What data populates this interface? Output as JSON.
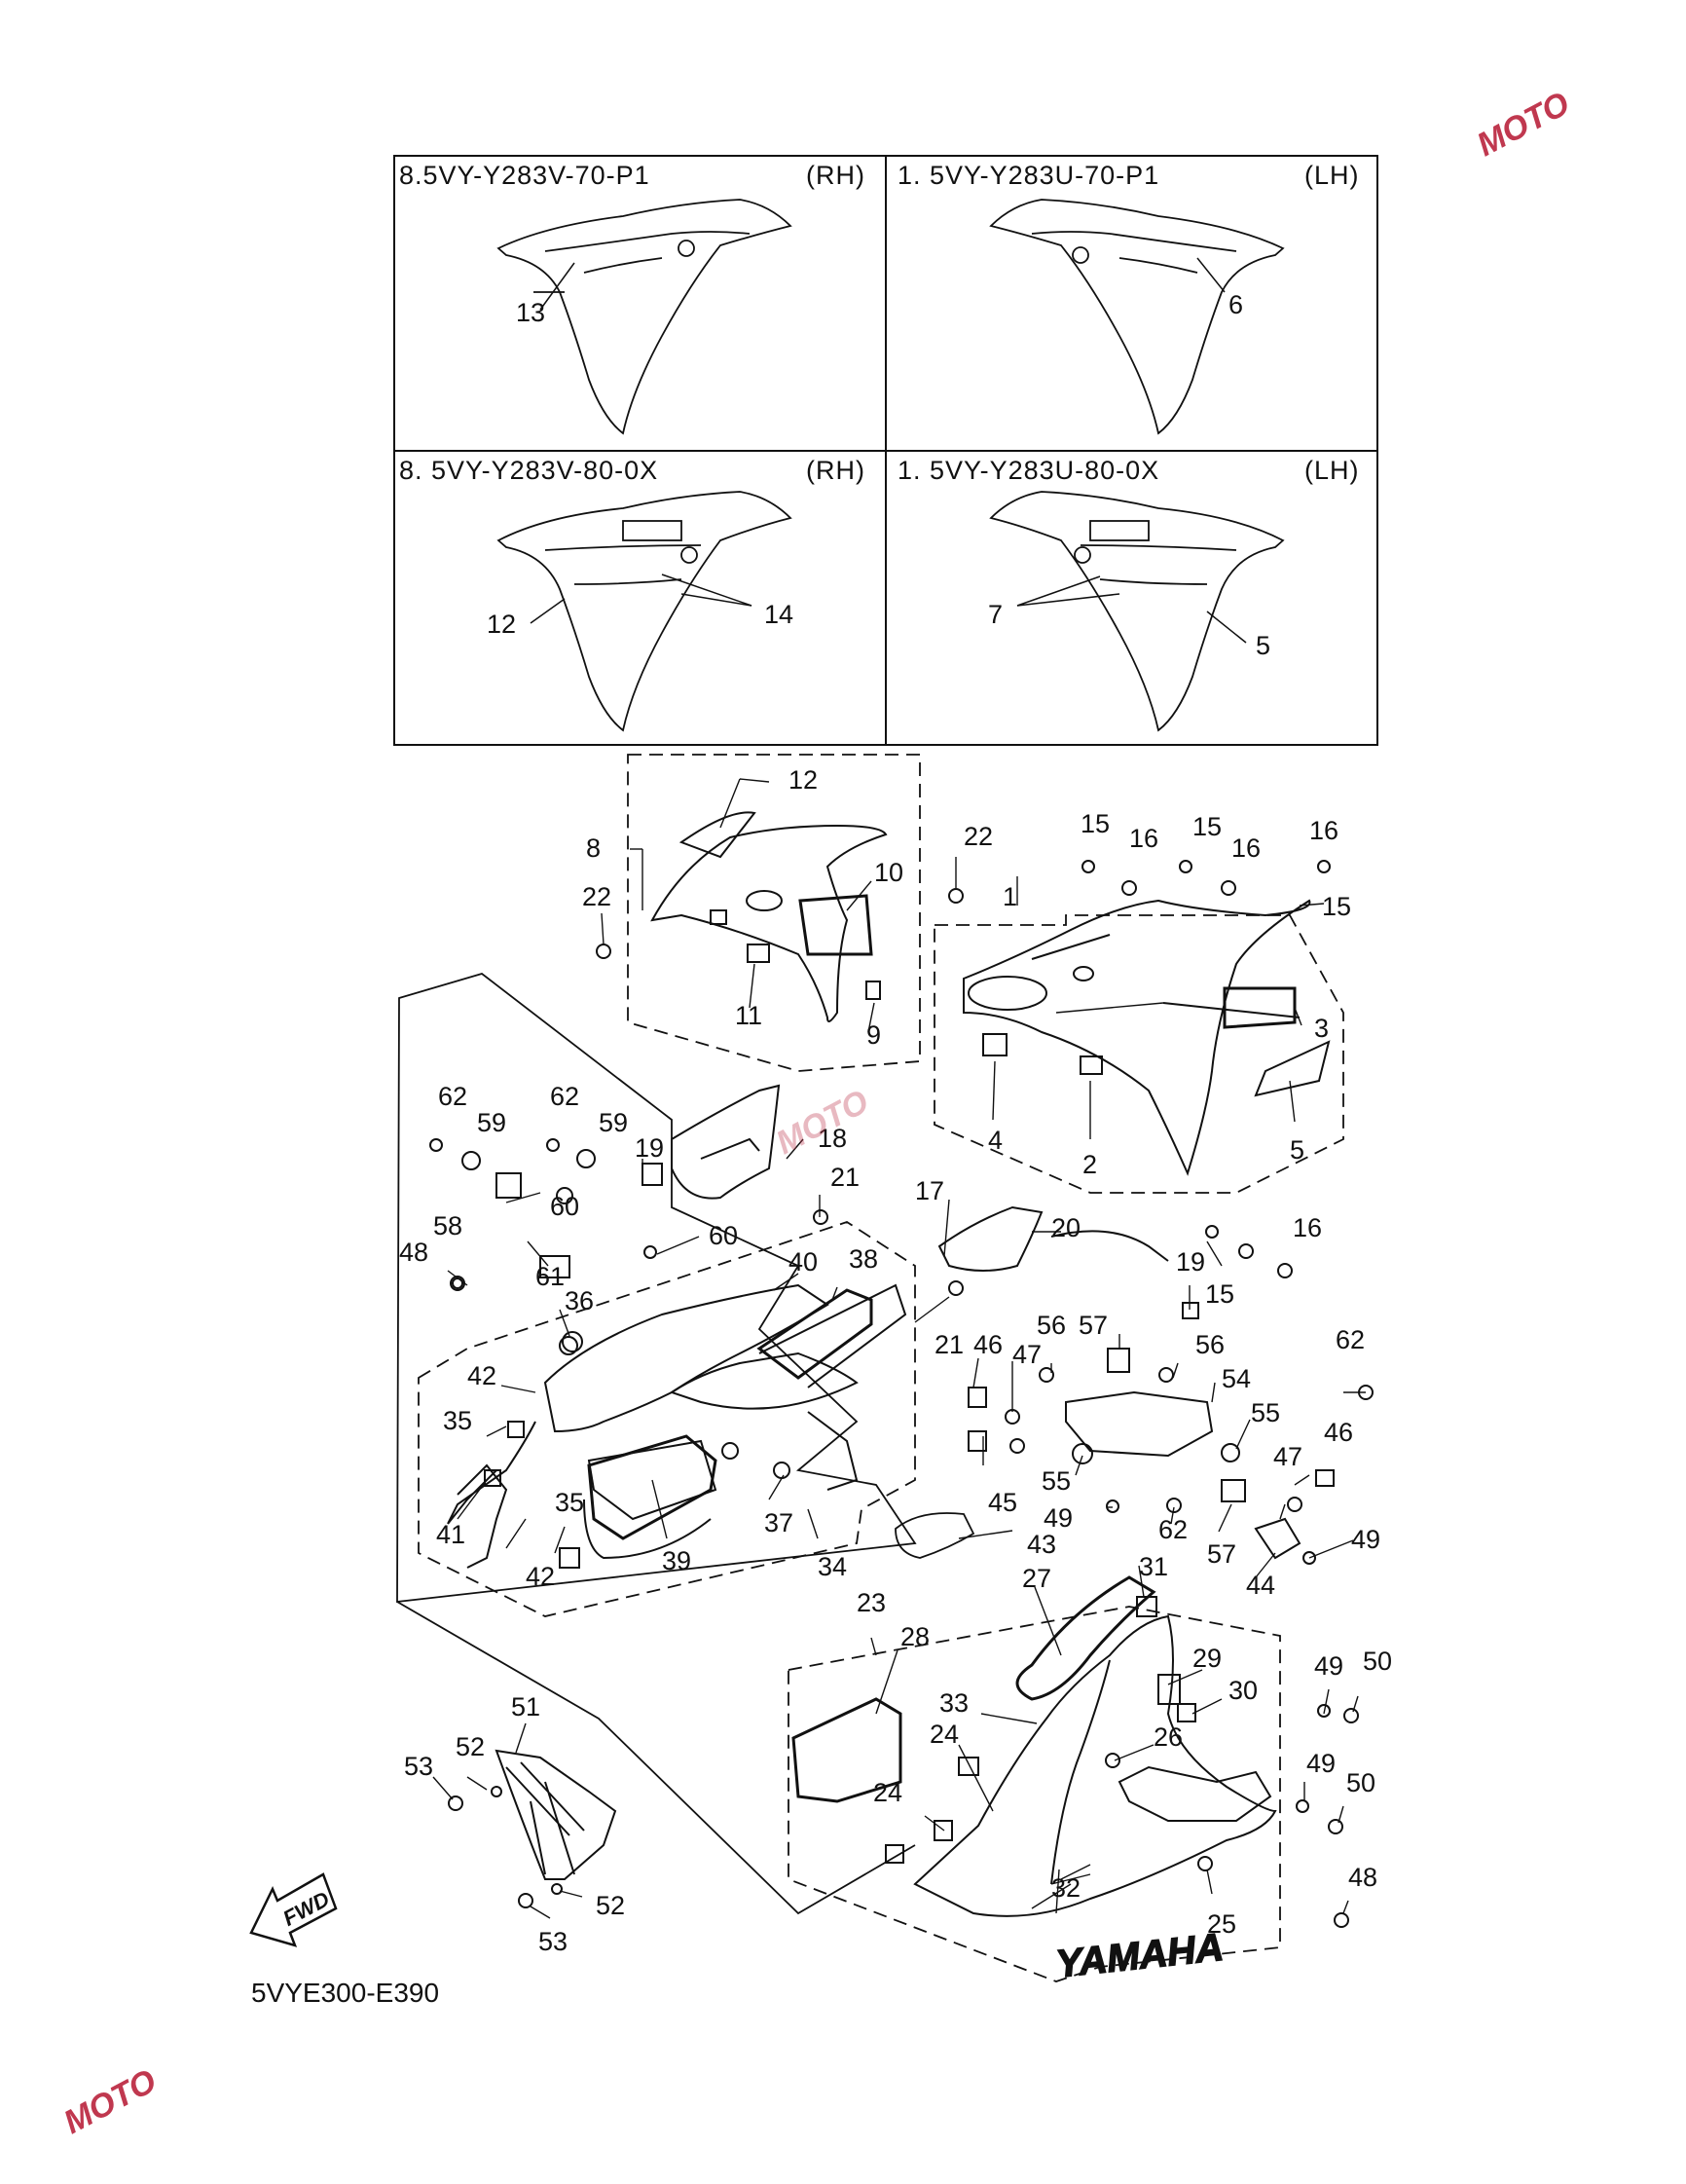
{
  "header_boxes": [
    {
      "code": "8.5VY-Y283V-70-P1",
      "side": "(RH)"
    },
    {
      "code": "1. 5VY-Y283U-70-P1",
      "side": "(LH)"
    },
    {
      "code": "8. 5VY-Y283V-80-0X",
      "side": "(RH)"
    },
    {
      "code": "1. 5VY-Y283U-80-0X",
      "side": "(LH)"
    }
  ],
  "callouts": [
    "1",
    "2",
    "3",
    "4",
    "5",
    "6",
    "7",
    "8",
    "9",
    "10",
    "11",
    "12",
    "13",
    "14",
    "15",
    "16",
    "17",
    "18",
    "19",
    "20",
    "21",
    "22",
    "23",
    "24",
    "25",
    "26",
    "27",
    "28",
    "29",
    "30",
    "31",
    "32",
    "33",
    "34",
    "35",
    "36",
    "37",
    "38",
    "39",
    "40",
    "41",
    "42",
    "43",
    "44",
    "45",
    "46",
    "47",
    "48",
    "49",
    "50",
    "51",
    "52",
    "53",
    "54",
    "55",
    "56",
    "57",
    "58",
    "59",
    "60",
    "61",
    "62"
  ],
  "fwd_label": "FWD",
  "diagram_code": "5VYE300-E390",
  "decal_text": "YAMAHA",
  "watermark": "MOTO",
  "colors": {
    "line": "#111111",
    "dash": "#222222",
    "watermark": "#c0384f",
    "watermark_blue": "#4a63b0"
  }
}
